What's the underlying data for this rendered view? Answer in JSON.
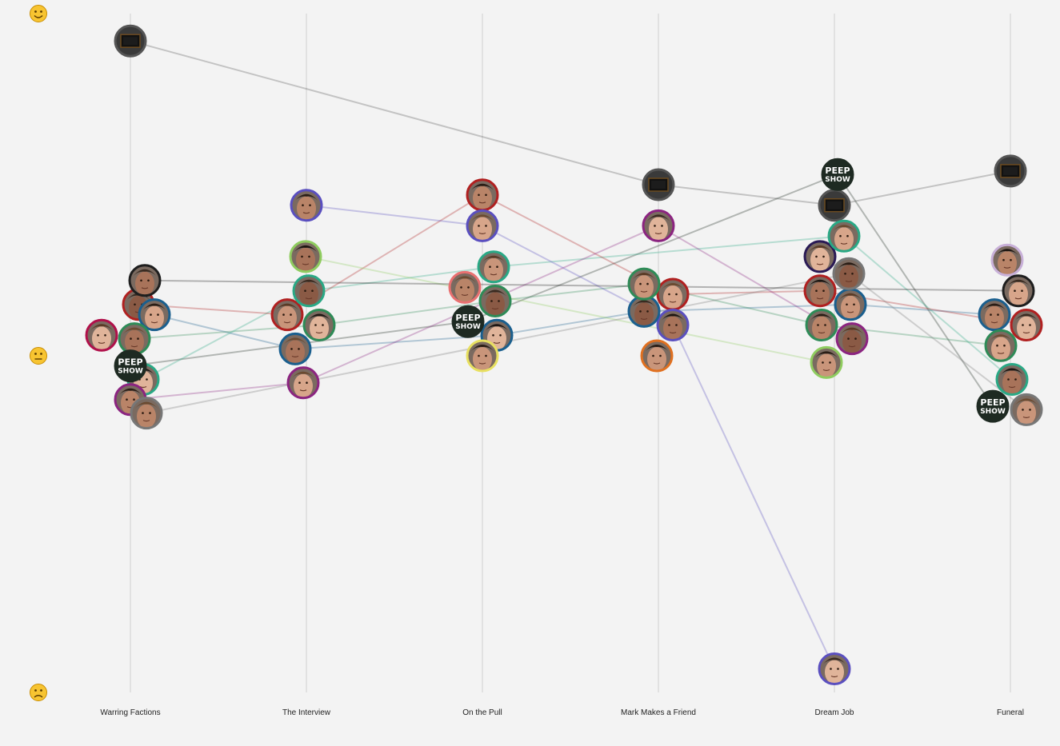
{
  "chart_data": {
    "type": "scatter",
    "categories": [
      "Warring Factions",
      "The Interview",
      "On the Pull",
      "Mark Makes a Friend",
      "Dream Job",
      "Funeral"
    ],
    "y_scale": {
      "top_icon": "happy-face-icon",
      "middle_icon": "neutral-face-icon",
      "bottom_icon": "sad-face-icon",
      "ylim": [
        -1,
        1
      ]
    },
    "grid": "vertical lines per episode",
    "characters": [
      {
        "id": "tv",
        "ring": "#555555",
        "avatar": "tv-icon",
        "values": [
          0.92,
          null,
          null,
          0.5,
          0.44,
          0.54
        ]
      },
      {
        "id": "peep",
        "ring": "#1e2a22",
        "avatar": "peep-show-logo-icon",
        "values": [
          -0.03,
          null,
          0.1,
          null,
          0.53,
          -0.15
        ]
      },
      {
        "id": "mark",
        "ring": "#1a5f8e",
        "avatar": "portrait-icon",
        "values": [
          0.12,
          0.02,
          0.06,
          0.13,
          0.15,
          0.12
        ]
      },
      {
        "id": "jeremy",
        "ring": "#2e8b57",
        "avatar": "portrait-icon",
        "values": [
          0.05,
          0.09,
          0.16,
          0.21,
          0.09,
          0.03
        ]
      },
      {
        "id": "sophie",
        "ring": "#2aa885",
        "avatar": "portrait-icon",
        "values": [
          -0.07,
          0.19,
          0.26,
          null,
          0.35,
          -0.07
        ]
      },
      {
        "id": "super-hans",
        "ring": "#b02020",
        "avatar": "portrait-icon",
        "values": [
          0.15,
          0.12,
          0.47,
          0.18,
          0.19,
          0.09
        ]
      },
      {
        "id": "alan",
        "ring": "#5a4fbf",
        "avatar": "portrait-icon",
        "values": [
          null,
          0.44,
          0.38,
          0.09,
          -0.93,
          null
        ]
      },
      {
        "id": "johnson",
        "ring": "#8b2480",
        "avatar": "portrait-icon",
        "values": [
          -0.13,
          -0.08,
          null,
          0.38,
          0.05,
          null
        ]
      },
      {
        "id": "toni",
        "ring": "#8fcc5f",
        "avatar": "portrait-icon",
        "values": [
          null,
          0.29,
          null,
          null,
          -0.02,
          null
        ]
      },
      {
        "id": "orange",
        "ring": "#e07020",
        "avatar": "portrait-icon",
        "values": [
          null,
          null,
          null,
          0.0,
          null,
          null
        ]
      },
      {
        "id": "yellow",
        "ring": "#e8e060",
        "avatar": "portrait-icon",
        "values": [
          null,
          null,
          0.0,
          null,
          null,
          null
        ]
      },
      {
        "id": "salmon",
        "ring": "#e87070",
        "avatar": "portrait-icon",
        "values": [
          null,
          null,
          0.2,
          null,
          null,
          null
        ]
      },
      {
        "id": "navy",
        "ring": "#2a1a55",
        "avatar": "portrait-icon",
        "values": [
          null,
          null,
          null,
          null,
          0.29,
          null
        ]
      },
      {
        "id": "grey-a",
        "ring": "#777777",
        "avatar": "portrait-icon",
        "values": [
          -0.17,
          null,
          null,
          null,
          0.24,
          -0.16
        ]
      },
      {
        "id": "lavender",
        "ring": "#c8b0d8",
        "avatar": "portrait-icon",
        "values": [
          null,
          null,
          null,
          null,
          null,
          0.28
        ]
      },
      {
        "id": "darkred",
        "ring": "#1e1e1e",
        "avatar": "portrait-icon",
        "values": [
          0.22,
          null,
          null,
          null,
          null,
          0.19
        ]
      },
      {
        "id": "crimson",
        "ring": "#b0104a",
        "avatar": "portrait-icon",
        "values": [
          0.06,
          null,
          null,
          null,
          null,
          null
        ]
      }
    ]
  }
}
